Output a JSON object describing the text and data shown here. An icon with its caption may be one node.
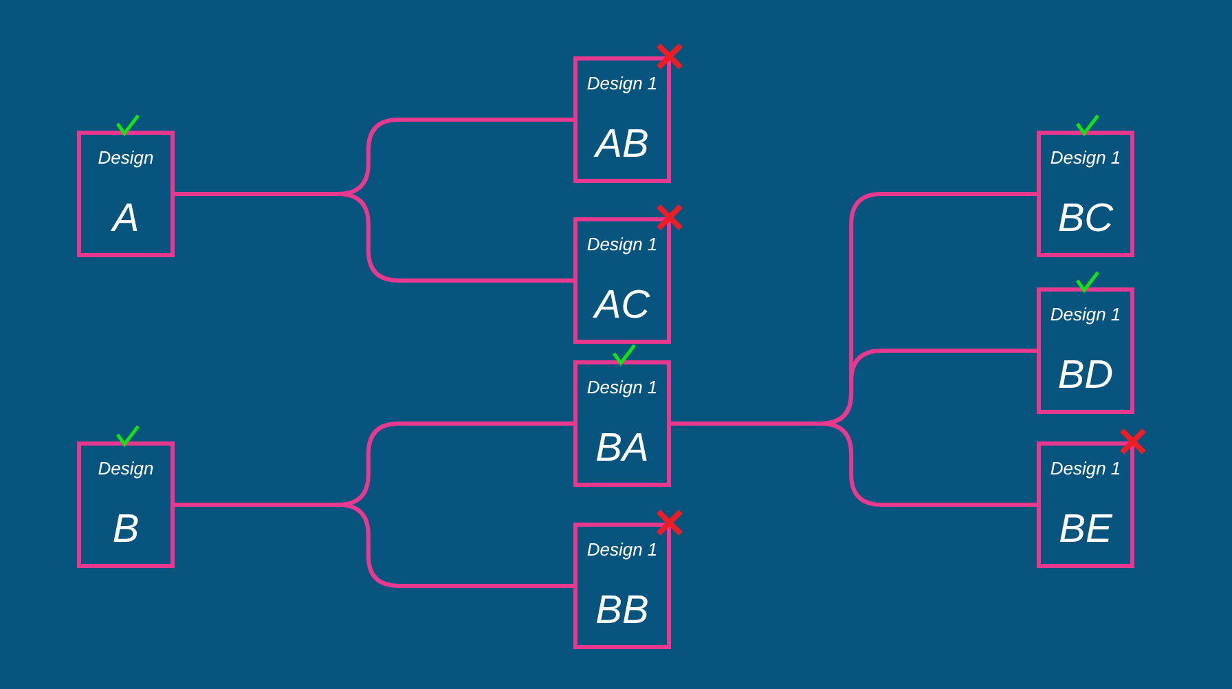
{
  "diagram": {
    "nodes": [
      {
        "text": [
          "Design",
          "A"
        ]
      },
      {
        "text": [
          "Design 1",
          "AB"
        ]
      },
      {
        "text": [
          "Design 1",
          "AC"
        ]
      },
      {
        "text": [
          "Design",
          "B"
        ]
      },
      {
        "text": [
          "Design 1",
          "BA"
        ]
      },
      {
        "text": [
          "Design 1",
          "BB"
        ]
      },
      {
        "text": [
          "Design 1",
          "BC"
        ]
      },
      {
        "text": [
          "Design 1",
          "BD"
        ]
      },
      {
        "text": [
          "Design 1",
          "BE"
        ]
      }
    ],
    "edges": [
      {
        "from": 0,
        "to": 1,
        "arrow": "none"
      },
      {
        "from": 0,
        "to": 2,
        "arrow": "none"
      },
      {
        "from": 3,
        "to": 4,
        "arrow": "none"
      },
      {
        "from": 3,
        "to": 5,
        "arrow": "none"
      },
      {
        "from": 4,
        "to": 6,
        "arrow": "none"
      },
      {
        "from": 4,
        "to": 7,
        "arrow": "none"
      },
      {
        "from": 4,
        "to": 8,
        "arrow": "none"
      }
    ]
  }
}
